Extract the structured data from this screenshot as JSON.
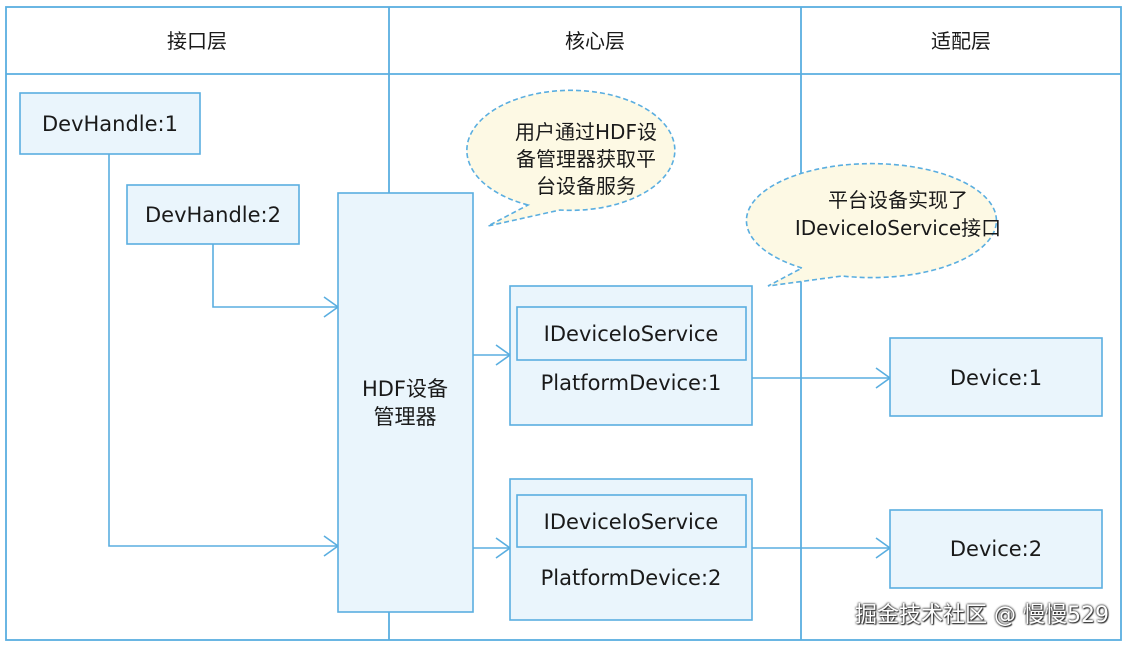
{
  "headers": {
    "interface_layer": "接口层",
    "core_layer": "核心层",
    "adapter_layer": "适配层"
  },
  "boxes": {
    "devhandle1": "DevHandle:1",
    "devhandle2": "DevHandle:2",
    "hdf_manager_line1": "HDF设备",
    "hdf_manager_line2": "管理器",
    "ideviceioservice1": "IDeviceIoService",
    "platformdevice1": "PlatformDevice:1",
    "ideviceioservice2": "IDeviceIoService",
    "platformdevice2": "PlatformDevice:2",
    "device1": "Device:1",
    "device2": "Device:2"
  },
  "bubbles": {
    "hdf_bubble": [
      "用户通过HDF设",
      "备管理器获取平",
      "台设备服务"
    ],
    "platform_bubble": [
      "平台设备实现了",
      "IDeviceIoService接口"
    ]
  },
  "watermark": "掘金技术社区 @ 慢慢529",
  "colors": {
    "border": "#5aaee0",
    "box_fill": "#eaf5fc",
    "bubble_fill": "#fdf9e4",
    "bubble_border": "#5aaee0",
    "text": "#1a1a1a"
  }
}
